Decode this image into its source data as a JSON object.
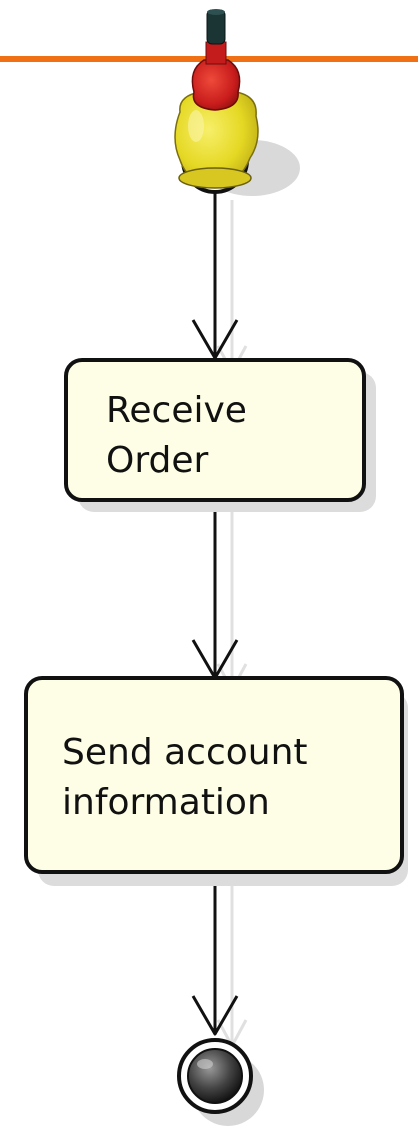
{
  "diagram": {
    "type": "activity",
    "start_node": {
      "icon": "bottle-icon"
    },
    "actions": [
      {
        "id": "receive-order",
        "lines": [
          "Receive",
          "Order"
        ]
      },
      {
        "id": "send-account-information",
        "lines": [
          "Send account",
          "information"
        ]
      }
    ],
    "end_node": {
      "icon": "final-node-icon"
    },
    "edges": [
      {
        "from": "start",
        "to": "receive-order"
      },
      {
        "from": "receive-order",
        "to": "send-account-information"
      },
      {
        "from": "send-account-information",
        "to": "end"
      }
    ]
  },
  "colors": {
    "accent_bar": "#f07016",
    "action_fill": "#fefee6",
    "action_stroke": "#111111",
    "shadow": "#d4d4d4",
    "bottle_cap": "#1b3434",
    "bottle_red": "#cf2020",
    "bottle_yellow": "#e8dc2a"
  }
}
